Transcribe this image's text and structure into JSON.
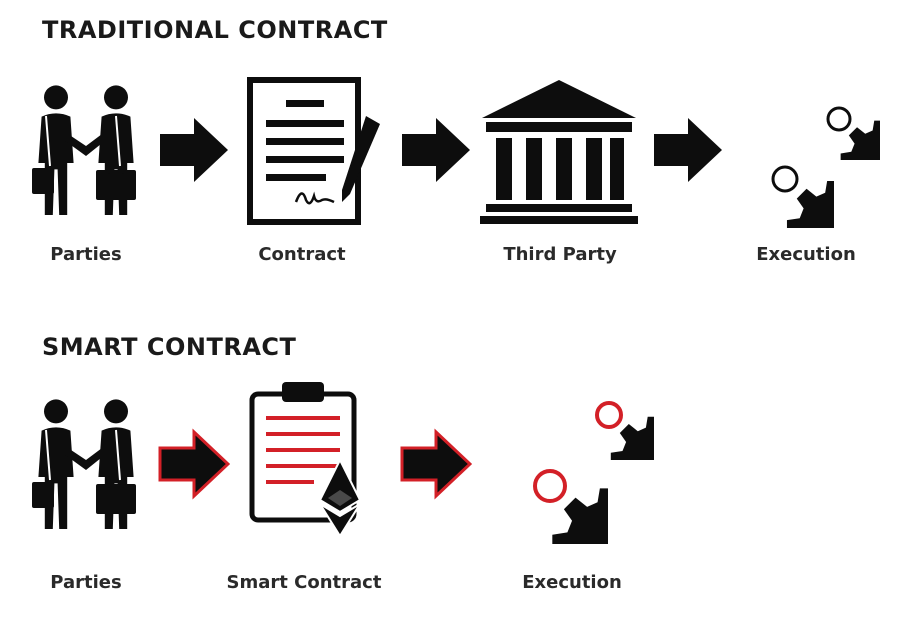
{
  "traditional": {
    "title": "TRADITIONAL CONTRACT",
    "steps": [
      {
        "label": "Parties",
        "icon": "handshake-icon"
      },
      {
        "label": "Contract",
        "icon": "signed-document-icon"
      },
      {
        "label": "Third Party",
        "icon": "bank-building-icon"
      },
      {
        "label": "Execution",
        "icon": "gears-icon"
      }
    ]
  },
  "smart": {
    "title": "SMART CONTRACT",
    "steps": [
      {
        "label": "Parties",
        "icon": "handshake-icon"
      },
      {
        "label": "Smart Contract",
        "icon": "clipboard-ethereum-icon"
      },
      {
        "label": "Execution",
        "icon": "gears-icon"
      }
    ]
  },
  "colors": {
    "ink": "#0d0d0d",
    "accent_red": "#d32027",
    "arrow_black": "#0d0d0d"
  }
}
